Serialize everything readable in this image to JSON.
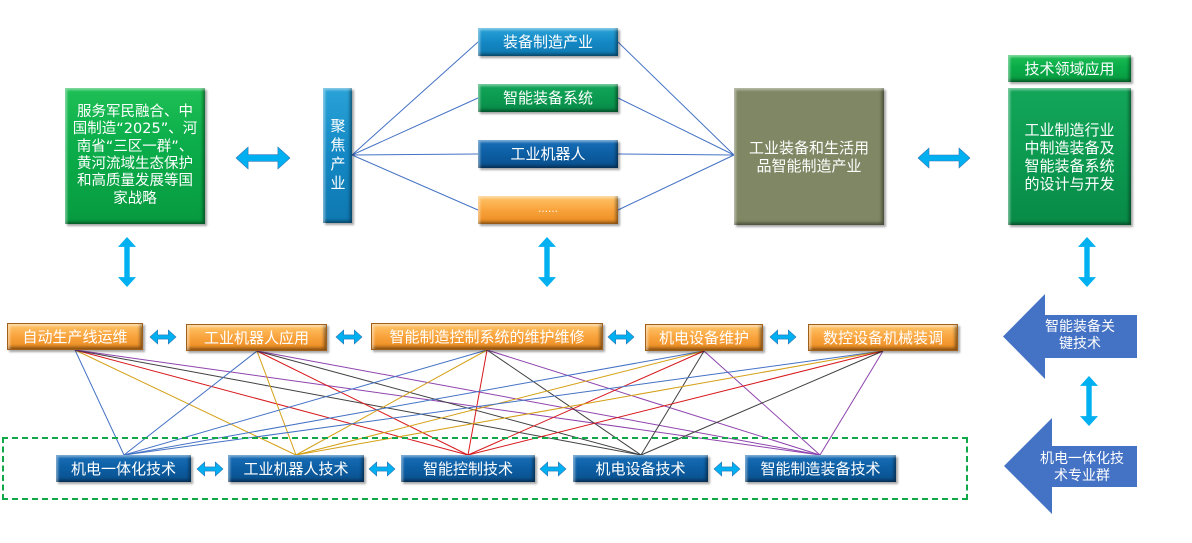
{
  "strategy_box": {
    "text": "服务军民融合、中国制造“2025”、河南省“三区一群”、黄河流域生态保护和高质量发展等国家战略"
  },
  "focus_box": {
    "text": "聚焦产业"
  },
  "industries": [
    {
      "label": "装备制造产业",
      "color": "cyanblue"
    },
    {
      "label": "智能装备系统",
      "color": "green2"
    },
    {
      "label": "工业机器人",
      "color": "darkblue"
    },
    {
      "label": "……",
      "color": "orange"
    }
  ],
  "target_industry": {
    "text": "工业装备和生活用品智能制造产业"
  },
  "tech_domain": {
    "header": "技术领域应用",
    "text": "工业制造行业中制造装备及智能装备系统的设计与开发"
  },
  "jobs": [
    {
      "label": "自动生产线运维"
    },
    {
      "label": "工业机器人应用"
    },
    {
      "label": "智能制造控制系统的维护维修"
    },
    {
      "label": "机电设备维护"
    },
    {
      "label": "数控设备机械装调"
    }
  ],
  "techs": [
    {
      "label": "机电一体化技术",
      "line_color": "#4472c4"
    },
    {
      "label": "工业机器人技术",
      "line_color": "#d4a017"
    },
    {
      "label": "智能控制技术",
      "line_color": "#d7191c"
    },
    {
      "label": "机电设备技术",
      "line_color": "#404040"
    },
    {
      "label": "智能制造装备技术",
      "line_color": "#8e44ad"
    }
  ],
  "side_arrows": [
    {
      "text": "智能装备关键技术"
    },
    {
      "text": "机电一体化技术专业群"
    }
  ],
  "colors": {
    "arrow_cyan": "#00b0f0",
    "side_arrow": "#4472c4",
    "industry_line": "#4472c4",
    "dash_border": "#11a84a"
  }
}
